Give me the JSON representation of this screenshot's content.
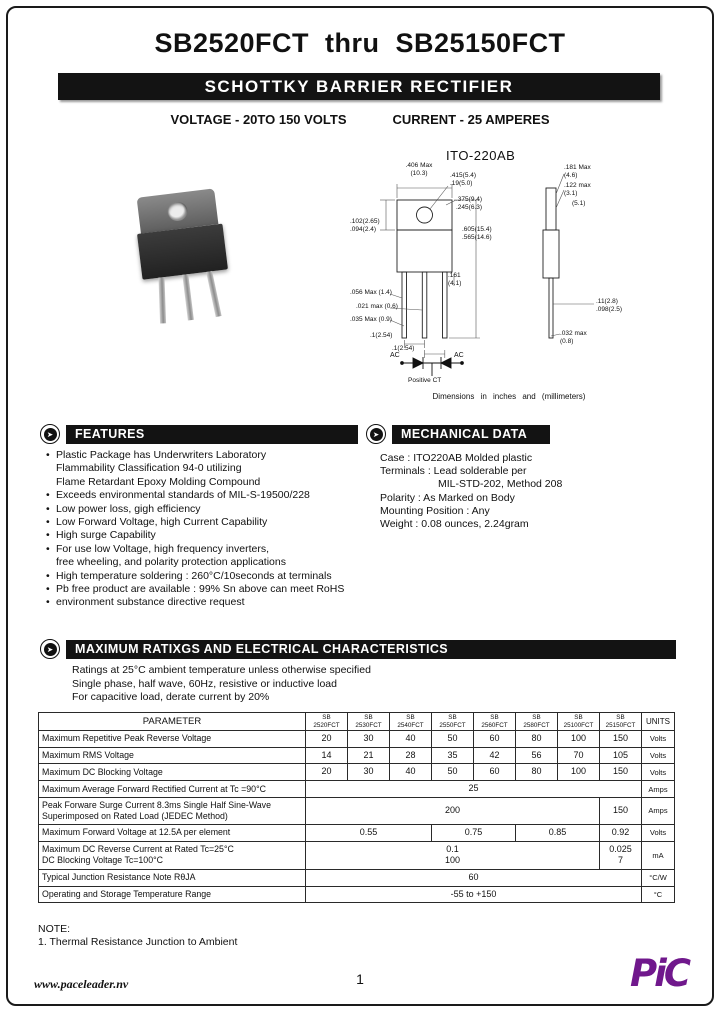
{
  "icons": {
    "section_arrow": "➤"
  },
  "page": {
    "title": "SB2520FCT  thru  SB25150FCT",
    "banner": "SCHOTTKY BARRIER RECTIFIER",
    "subtitle_voltage": "VOLTAGE - 20TO 150 VOLTS",
    "subtitle_current": "CURRENT - 25 AMPERES"
  },
  "package": {
    "name": "ITO-220AB",
    "caption": "Dimensions in inches and (millimeters)",
    "labels": {
      "ac_left": "AC",
      "ac_right": "AC",
      "positive_ct": "Positive CT"
    },
    "front_dims": [
      ".406 Max\n(10.3)",
      ".415(5.4)\n.19(5.0)",
      ".375(9.4)\n.245(6.3)",
      ".102(2.65)\n.094(2.4)",
      ".605(15.4)\n.565(14.6)",
      ".161\n(4.1)",
      ".056 Max (1.4)",
      ".021 max (0.6)",
      ".035 Max (0.9)",
      ".1(2.54)",
      ".1(2.54)"
    ],
    "side_dims": [
      ".181 Max\n(4.6)",
      ".122 max\n(3.1)",
      "(5.1)",
      ".11(2.8)\n.098(2.5)",
      ".032 max\n(0.8)"
    ]
  },
  "features": {
    "heading": "FEATURES",
    "items": [
      "Plastic Package has Underwriters Laboratory\nFlammability Classification 94-0 utilizing\nFlame Retardant Epoxy Molding Compound",
      "Exceeds environmental standards of MIL-S-19500/228",
      "Low power loss, gigh efficiency",
      "Low Forward Voltage, high Current Capability",
      "High surge Capability",
      "For use low Voltage, high frequency inverters,\nfree wheeling, and polarity protection applications",
      "High temperature soldering : 260°C/10seconds at terminals",
      "Pb free product are available : 99% Sn above can meet RoHS",
      "environment substance directive request"
    ]
  },
  "mechanical": {
    "heading": "MECHANICAL DATA",
    "lines": [
      {
        "text": "Case : ITO220AB Molded plastic",
        "indent": false
      },
      {
        "text": "Terminals : Lead solderable per",
        "indent": false
      },
      {
        "text": "MIL-STD-202, Method 208",
        "indent": true
      },
      {
        "text": "Polarity : As Marked on Body",
        "indent": false
      },
      {
        "text": "Mounting Position : Any",
        "indent": false
      },
      {
        "text": "Weight : 0.08 ounces, 2.24gram",
        "indent": false
      }
    ]
  },
  "ratings": {
    "heading": "MAXIMUM RATIXGS AND ELECTRICAL CHARACTERISTICS",
    "intro": [
      "Ratings at 25°C ambient temperature unless otherwise specified",
      "Single phase, half wave, 60Hz, resistive or inductive load",
      "For capacitive load, derate current by 20%"
    ]
  },
  "table": {
    "param_header": "PARAMETER",
    "units_header": "UNITS",
    "columns": [
      "SB\n2520FCT",
      "SB\n2530FCT",
      "SB\n2540FCT",
      "SB\n2550FCT",
      "SB\n2560FCT",
      "SB\n2580FCT",
      "SB\n25100FCT",
      "SB\n25150FCT"
    ],
    "rows": [
      {
        "param": "Maximum Repetitive Peak Reverse Voltage",
        "cells": [
          {
            "t": "20"
          },
          {
            "t": "30"
          },
          {
            "t": "40"
          },
          {
            "t": "50"
          },
          {
            "t": "60"
          },
          {
            "t": "80"
          },
          {
            "t": "100"
          },
          {
            "t": "150"
          }
        ],
        "unit": "Volts"
      },
      {
        "param": "Maximum RMS Voltage",
        "cells": [
          {
            "t": "14"
          },
          {
            "t": "21"
          },
          {
            "t": "28"
          },
          {
            "t": "35"
          },
          {
            "t": "42"
          },
          {
            "t": "56"
          },
          {
            "t": "70"
          },
          {
            "t": "105"
          }
        ],
        "unit": "Volts"
      },
      {
        "param": "Maximum DC Blocking Voltage",
        "cells": [
          {
            "t": "20"
          },
          {
            "t": "30"
          },
          {
            "t": "40"
          },
          {
            "t": "50"
          },
          {
            "t": "60"
          },
          {
            "t": "80"
          },
          {
            "t": "100"
          },
          {
            "t": "150"
          }
        ],
        "unit": "Volts"
      },
      {
        "param": "Maximum Average Forward Rectified Current at Tc =90°C",
        "cells": [
          {
            "t": "25",
            "span": 8
          }
        ],
        "unit": "Amps"
      },
      {
        "param": "Peak Forware Surge Current 8.3ms Single Half Sine-Wave\nSuperimposed on Rated Load (JEDEC Method)",
        "cells": [
          {
            "t": "200",
            "span": 7
          },
          {
            "t": "150",
            "span": 1
          }
        ],
        "unit": "Amps"
      },
      {
        "param": "Maximum Forward Voltage at 12.5A per element",
        "cells": [
          {
            "t": "0.55",
            "span": 3
          },
          {
            "t": "0.75",
            "span": 2
          },
          {
            "t": "0.85",
            "span": 2
          },
          {
            "t": "0.92",
            "span": 1
          }
        ],
        "unit": "Volts"
      },
      {
        "param": "Maximum DC Reverse Current at Rated Tc=25°C\nDC Blocking Voltage Tc=100°C",
        "cells": [
          {
            "t": "0.1\n100",
            "span": 7
          },
          {
            "t": "0.025\n7",
            "span": 1
          }
        ],
        "unit": "mA"
      },
      {
        "param": "Typical Junction Resistance Note RθJA",
        "cells": [
          {
            "t": "60",
            "span": 8
          }
        ],
        "unit": "°C/W"
      },
      {
        "param": "Operating and Storage Temperature Range",
        "cells": [
          {
            "t": "-55 to +150",
            "span": 8
          }
        ],
        "unit": "°C"
      }
    ]
  },
  "note": {
    "title": "NOTE:",
    "line": "1. Thermal Resistance Junction to Ambient"
  },
  "footer": {
    "site": "www.paceleader.nv",
    "page": "1",
    "logo": "PiC"
  }
}
